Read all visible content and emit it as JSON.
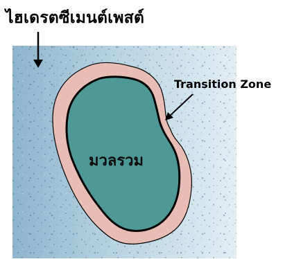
{
  "title": "ไฮเดรตซีเมนต์เพสต์",
  "labels": {
    "transition_zone": "Transition Zone",
    "aggregate": "มวลรวม"
  },
  "colors": {
    "paste_background": "#bcd6e4",
    "transition_zone_fill": "#e9bfb8",
    "aggregate_fill": "#4f9a95",
    "outline": "#000000"
  }
}
